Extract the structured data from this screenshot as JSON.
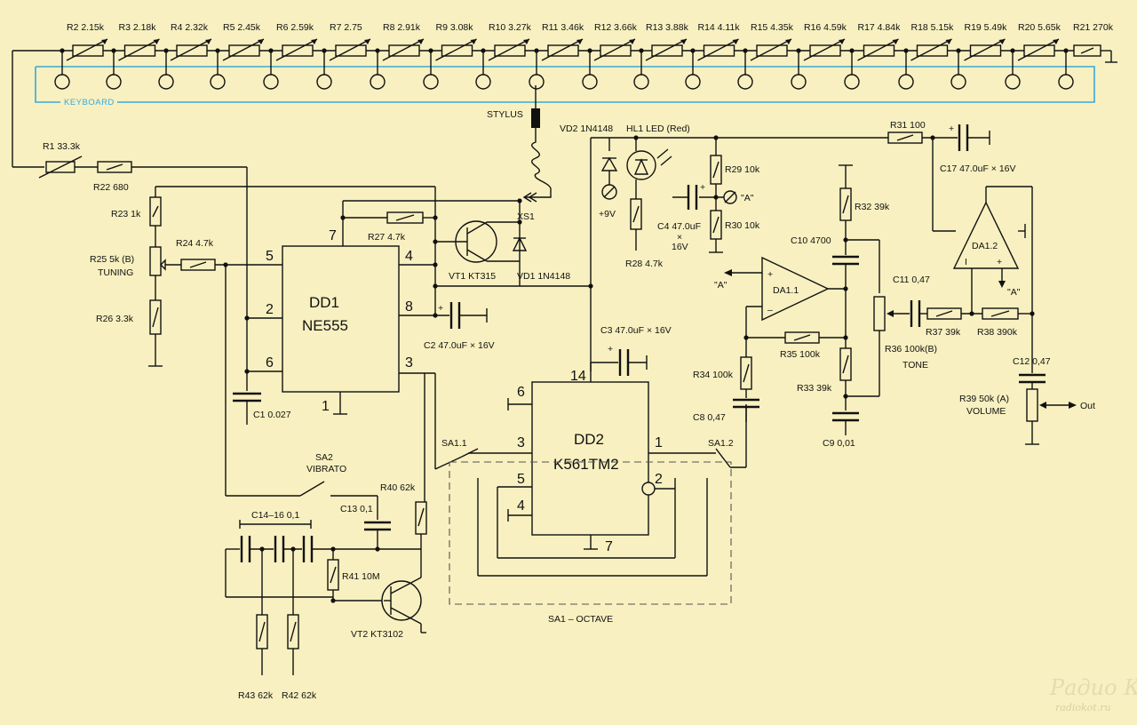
{
  "divider_resistors": [
    {
      "ref": "R2",
      "value": "2.15k"
    },
    {
      "ref": "R3",
      "value": "2.18k"
    },
    {
      "ref": "R4",
      "value": "2.32k"
    },
    {
      "ref": "R5",
      "value": "2.45k"
    },
    {
      "ref": "R6",
      "value": "2.59k"
    },
    {
      "ref": "R7",
      "value": "2.75"
    },
    {
      "ref": "R8",
      "value": "2.91k"
    },
    {
      "ref": "R9",
      "value": "3.08k"
    },
    {
      "ref": "R10",
      "value": "3.27k"
    },
    {
      "ref": "R11",
      "value": "3.46k"
    },
    {
      "ref": "R12",
      "value": "3.66k"
    },
    {
      "ref": "R13",
      "value": "3.88k"
    },
    {
      "ref": "R14",
      "value": "4.11k"
    },
    {
      "ref": "R15",
      "value": "4.35k"
    },
    {
      "ref": "R16",
      "value": "4.59k"
    },
    {
      "ref": "R17",
      "value": "4.84k"
    },
    {
      "ref": "R18",
      "value": "5.15k"
    },
    {
      "ref": "R19",
      "value": "5.49k"
    },
    {
      "ref": "R20",
      "value": "5.65k"
    }
  ],
  "labels": {
    "r21": "R21 270k",
    "keyboard": "KEYBOARD",
    "stylus": "STYLUS",
    "r1": "R1 33.3k",
    "r22": "R22 680",
    "r23": "R23 1k",
    "r25": "R25 5k (B)",
    "tuning": "TUNING",
    "r24": "R24 4.7k",
    "r26": "R26 3.3k",
    "c1": "C1 0.027",
    "vd2": "VD2 1N4148",
    "hl1": "HL1 LED (Red)",
    "plus9v": "+9V",
    "r28": "R28 4.7k",
    "r29": "R29 10k",
    "r30": "R30 10k",
    "c4": "C4 47.0uF",
    "c4_x": "×",
    "c4_v": "16V",
    "node_a": "\"A\"",
    "r31": "R31 100",
    "c17": "C17 47.0uF × 16V",
    "xs1": "XS1",
    "r27": "R27 4.7k",
    "vt1": "VT1 KT315",
    "vd1": "VD1 1N4148",
    "c2": "C2 47.0uF × 16V",
    "c3": "C3 47.0uF × 16V",
    "r32": "R32 39k",
    "c10": "C10 4700",
    "da11": "DA1.1",
    "da12": "DA1.2",
    "r35": "R35 100k",
    "r34": "R34 100k",
    "r33": "R33 39k",
    "c8": "C8 0,47",
    "c9": "C9 0,01",
    "c11": "C11 0,47",
    "r37": "R37 39k",
    "r38": "R38 390k",
    "r36": "R36 100k(B)",
    "tone": "TONE",
    "c12": "C12 0,47",
    "r39": "R39 50k (A)",
    "volume": "VOLUME",
    "out": "Out",
    "sa11": "SA1.1",
    "sa12": "SA1.2",
    "sa2": "SA2",
    "vibrato": "VIBRATO",
    "r40": "R40 62k",
    "c13": "C13 0,1",
    "c14": "C14–16  0,1",
    "r41": "R41 10M",
    "vt2": "VT2 KT3102",
    "r43": "R43 62k",
    "r42": "R42 62k",
    "sa1": "SA1 – OCTAVE",
    "op_plus": "+",
    "op_minus": "–",
    "op_i": "I"
  },
  "dd1": {
    "name": "DD1",
    "part": "NE555",
    "pins": {
      "p5": "5",
      "p2": "2",
      "p6": "6",
      "p7": "7",
      "p4": "4",
      "p8": "8",
      "p3": "3",
      "p1": "1"
    }
  },
  "dd2": {
    "name": "DD2",
    "part": "K561TM2",
    "pins": {
      "p6": "6",
      "p14": "14",
      "p3": "3",
      "p1": "1",
      "p5": "5",
      "p2": "2",
      "p4": "4",
      "p7": "7"
    }
  },
  "watermark": {
    "brand": "Радио КОТ",
    "url": "radiokot.ru"
  },
  "colors": {
    "background": "#f8f0c0",
    "wire": "#111111",
    "keyboard_outline": "#3aa8d8"
  }
}
